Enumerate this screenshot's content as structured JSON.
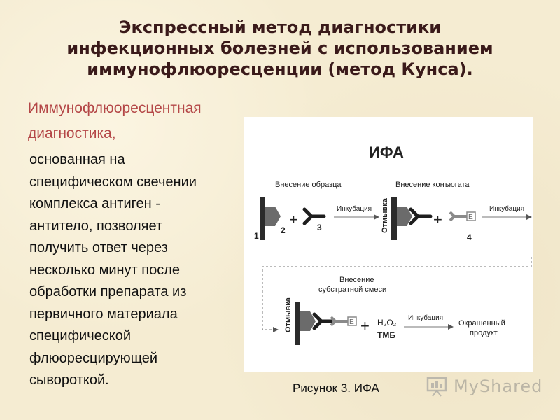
{
  "title": {
    "line1": "Экспрессный метод диагностики",
    "line2": "инфекционных болезней с использованием",
    "line3": "иммунофлюоресценции (метод Кунса)."
  },
  "lead": {
    "line1": "Иммунофлюоресцентная",
    "line2": "диагностика,"
  },
  "body": {
    "lines": [
      "основанная на",
      "специфическом свечении",
      "комплекса антиген -",
      "антитело, позволяет",
      "получить ответ через",
      "несколько минут после",
      "обработки препарата из",
      "первичного материала",
      "специфической",
      "флюоресцирующей",
      "сывороткой."
    ]
  },
  "figure": {
    "heading": "ИФА",
    "step_sample": "Внесение образца",
    "step_conjugate": "Внесение конъюгата",
    "incubation": "Инкубация",
    "wash": "Отмывка",
    "substrate_line1": "Внесение",
    "substrate_line2": "субстратной смеси",
    "n1": "1",
    "n2": "2",
    "n3": "3",
    "n4": "4",
    "plus": "+",
    "h2o2": "H₂O₂",
    "tmb": "ТМБ",
    "enzyme": "E",
    "product_line1": "Окрашенный",
    "product_line2": "продукт"
  },
  "caption": "Рисунок 3. ИФА",
  "watermark": {
    "text": "MyShared",
    "color": "#8a8a8a"
  }
}
